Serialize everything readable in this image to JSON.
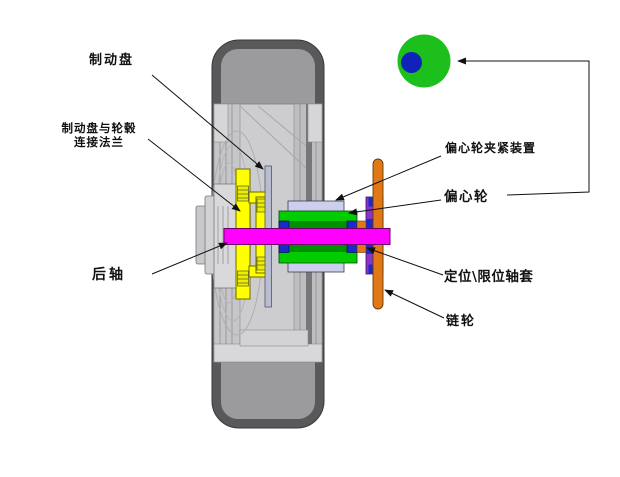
{
  "labels": {
    "brake_disc": "制动盘",
    "flange_line1": "制动盘与轮毂",
    "flange_line2": "连接法兰",
    "rear_axle": "后轴",
    "clamp_device": "偏心轮夹紧装置",
    "eccentric_wheel": "偏心轮",
    "limit_sleeve": "定位\\限位轴套",
    "sprocket": "链轮"
  },
  "colors": {
    "flange_yellow": "#ffff00",
    "axle_magenta": "#ff00ff",
    "clamp_green": "#00cc00",
    "clamp_green_dark": "#009100",
    "bearing_blue": "#1a2acc",
    "cap_lavender": "#ccd0ee",
    "eccentric_purple": "#8833cc",
    "sprocket_orange": "#e07818",
    "brake_disc_silver": "#b9bdd2",
    "indicator_green": "#1dbf1d",
    "indicator_dot_blue": "#1122bb"
  }
}
